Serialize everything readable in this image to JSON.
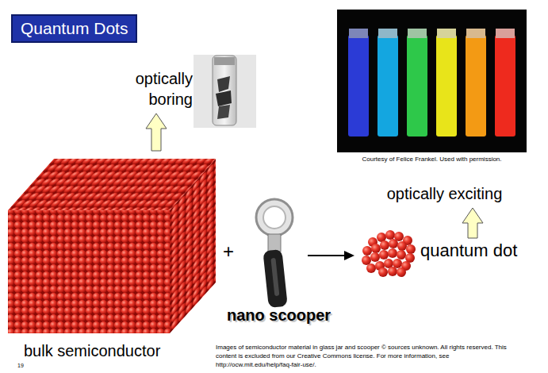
{
  "diagram": {
    "title": "Quantum Dots",
    "labels": [
      "optically boring",
      "optically exciting",
      "+",
      "quantum dot",
      "nano scooper",
      "bulk semiconductor",
      "Courtesy of Felice Frankel. Used with permission.",
      "Images of semiconductor material in glass jar and scooper © sources unknown. All rights reserved. This content is excluded from our Creative Commons license. For more information, see http://ocw.mit.edu/help/faq-fair-use/.",
      "19"
    ]
  }
}
